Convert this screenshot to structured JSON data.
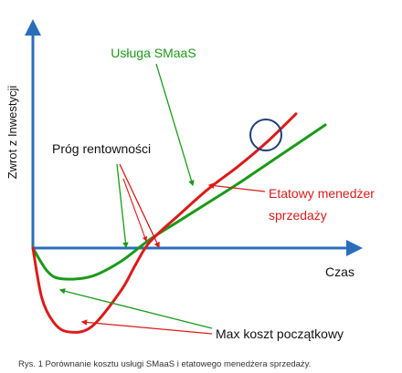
{
  "chart_data": {
    "type": "line",
    "ylabel": "Zwrot z Inwestycji",
    "xlabel": "Czas",
    "series": [
      {
        "name": "Usługa SMaaS",
        "color": "#1a9a1a",
        "x": [
          0,
          0.5,
          1,
          2,
          3,
          4,
          5,
          6,
          7,
          8,
          9,
          10
        ],
        "y": [
          0,
          -1.9,
          -2.5,
          -2.3,
          -1.1,
          0.7,
          2.2,
          3.7,
          5.2,
          6.8,
          8.4,
          10.0
        ]
      },
      {
        "name": "Etatowy menedżer sprzedaży",
        "color": "#dd1a1a",
        "x": [
          0,
          0.3,
          0.7,
          1.2,
          2,
          3,
          3.5,
          4,
          5,
          6,
          7,
          8,
          9
        ],
        "y": [
          0,
          -4.0,
          -6.0,
          -6.8,
          -6.4,
          -3.5,
          -1.4,
          0.5,
          2.7,
          4.8,
          6.6,
          8.6,
          10.9
        ]
      }
    ],
    "annotations": {
      "breakeven": "Próg rentowności",
      "max_cost": "Max koszt początkowy",
      "smaas": "Usługa SMaaS",
      "manager_line1": "Etatowy menedżer",
      "manager_line2": "sprzedaży"
    },
    "caption": "Rys. 1 Porównanie kosztu usługi SMaaS i etatowego menedżera sprzedaży.",
    "colors": {
      "axis": "#2a6ebb",
      "circle": "#1f3f7a",
      "text": "#111111"
    }
  }
}
